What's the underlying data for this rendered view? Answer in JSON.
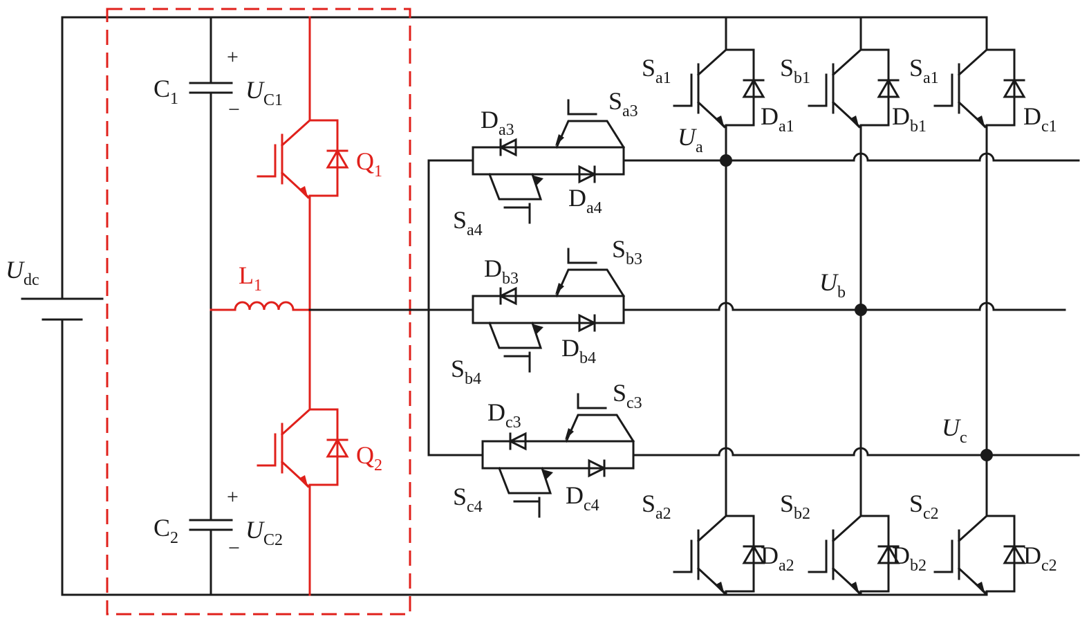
{
  "colors": {
    "wire": "#1a1a1a",
    "highlight": "#e0201b",
    "background": "#ffffff"
  },
  "labels": {
    "udc": {
      "main": "U",
      "sub": "dc"
    },
    "c1": {
      "main": "C",
      "sub": "1"
    },
    "c2": {
      "main": "C",
      "sub": "2"
    },
    "uc1": {
      "main": "U",
      "sub": "C1"
    },
    "uc2": {
      "main": "U",
      "sub": "C2"
    },
    "plus": "+",
    "minus": "−",
    "l1": {
      "main": "L",
      "sub": "1"
    },
    "q1": {
      "main": "Q",
      "sub": "1"
    },
    "q2": {
      "main": "Q",
      "sub": "2"
    },
    "ua": {
      "main": "U",
      "sub": "a"
    },
    "ub": {
      "main": "U",
      "sub": "b"
    },
    "uc": {
      "main": "U",
      "sub": "c"
    },
    "sa1": {
      "main": "S",
      "sub": "a1"
    },
    "sb1": {
      "main": "S",
      "sub": "b1"
    },
    "sc1": {
      "main": "S",
      "sub": "a1"
    },
    "da1": {
      "main": "D",
      "sub": "a1"
    },
    "db1": {
      "main": "D",
      "sub": "b1"
    },
    "dc1": {
      "main": "D",
      "sub": "c1"
    },
    "sa2": {
      "main": "S",
      "sub": "a2"
    },
    "sb2": {
      "main": "S",
      "sub": "b2"
    },
    "sc2": {
      "main": "S",
      "sub": "c2"
    },
    "da2": {
      "main": "D",
      "sub": "a2"
    },
    "db2": {
      "main": "D",
      "sub": "b2"
    },
    "dc2": {
      "main": "D",
      "sub": "c2"
    },
    "sa3": {
      "main": "S",
      "sub": "a3"
    },
    "sa4": {
      "main": "S",
      "sub": "a4"
    },
    "da3": {
      "main": "D",
      "sub": "a3"
    },
    "da4": {
      "main": "D",
      "sub": "a4"
    },
    "sb3": {
      "main": "S",
      "sub": "b3"
    },
    "sb4": {
      "main": "S",
      "sub": "b4"
    },
    "db3": {
      "main": "D",
      "sub": "b3"
    },
    "db4": {
      "main": "D",
      "sub": "b4"
    },
    "sc3": {
      "main": "S",
      "sub": "c3"
    },
    "sc4": {
      "main": "S",
      "sub": "c4"
    },
    "dc3": {
      "main": "D",
      "sub": "c3"
    },
    "dc4": {
      "main": "D",
      "sub": "c4"
    }
  }
}
